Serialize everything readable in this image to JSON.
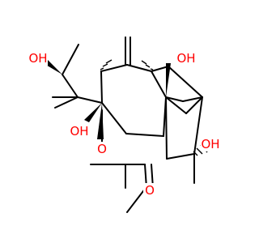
{
  "colors": {
    "bond": "#000000",
    "oxygen": "#ff0000",
    "background": "#ffffff"
  },
  "atoms": {
    "oh_top_left": "OH",
    "oh_top_right": "OH",
    "oh_bottom_left": "OH",
    "oh_right": "OH",
    "ester_o": "O",
    "carbonyl_o": "O"
  }
}
